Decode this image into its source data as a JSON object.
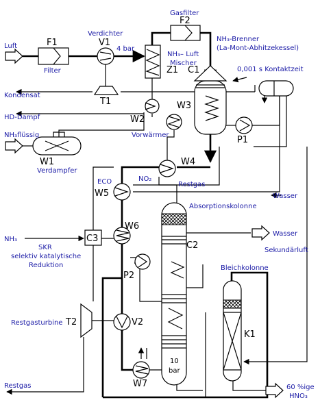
{
  "tags": {
    "F1": "F1",
    "F2": "F2",
    "V1": "V1",
    "Z1": "Z1",
    "C1": "C1",
    "T1": "T1",
    "W2": "W2",
    "W3": "W3",
    "P1": "P1",
    "W1": "W1",
    "W4": "W4",
    "W5": "W5",
    "W6": "W6",
    "C3": "C3",
    "P2": "P2",
    "C2": "C2",
    "T2": "T2",
    "V2": "V2",
    "W7": "W7",
    "K1": "K1"
  },
  "labels": {
    "luft": "Luft",
    "filter": "Filter",
    "verdichter": "Verdichter",
    "druck_4bar": "4 bar",
    "gasfilter": "Gasfilter",
    "nh3_brenner_1": "NH₃-Brenner",
    "nh3_brenner_2": "(La-Mont-Abhitzekessel)",
    "nh3_luft_1": "NH₃– Luft",
    "nh3_luft_2": "Mischer",
    "kontaktzeit": "0,001 s Kontaktzeit",
    "kondensat": "Kondensat",
    "hd_dampf": "HD-Dampf",
    "nh3_fluessig": "NH₃flüssig",
    "vorwaermer": "Vorwärmer",
    "verdampfer": "Verdampfer",
    "eco": "ECO",
    "no2": "NO₂",
    "restgas_top": "Restgas",
    "wasser_1": "Wasser",
    "absorptionskolonne": "Absorptionskolonne",
    "nh3_in": "NH₃",
    "wasser_2": "Wasser",
    "skr_1": "SKR",
    "skr_2": "selektiv katalytische",
    "skr_3": "Reduktion",
    "sekundaerluft": "Sekundärluft",
    "bleichkolonne": "Bleichkolonne",
    "restgasturbine": "Restgasturbine",
    "druck_10bar_1": "10",
    "druck_10bar_2": "bar",
    "restgas_out": "Restgas",
    "hno3_1": "60 %ige",
    "hno3_2": "HNO₃"
  }
}
